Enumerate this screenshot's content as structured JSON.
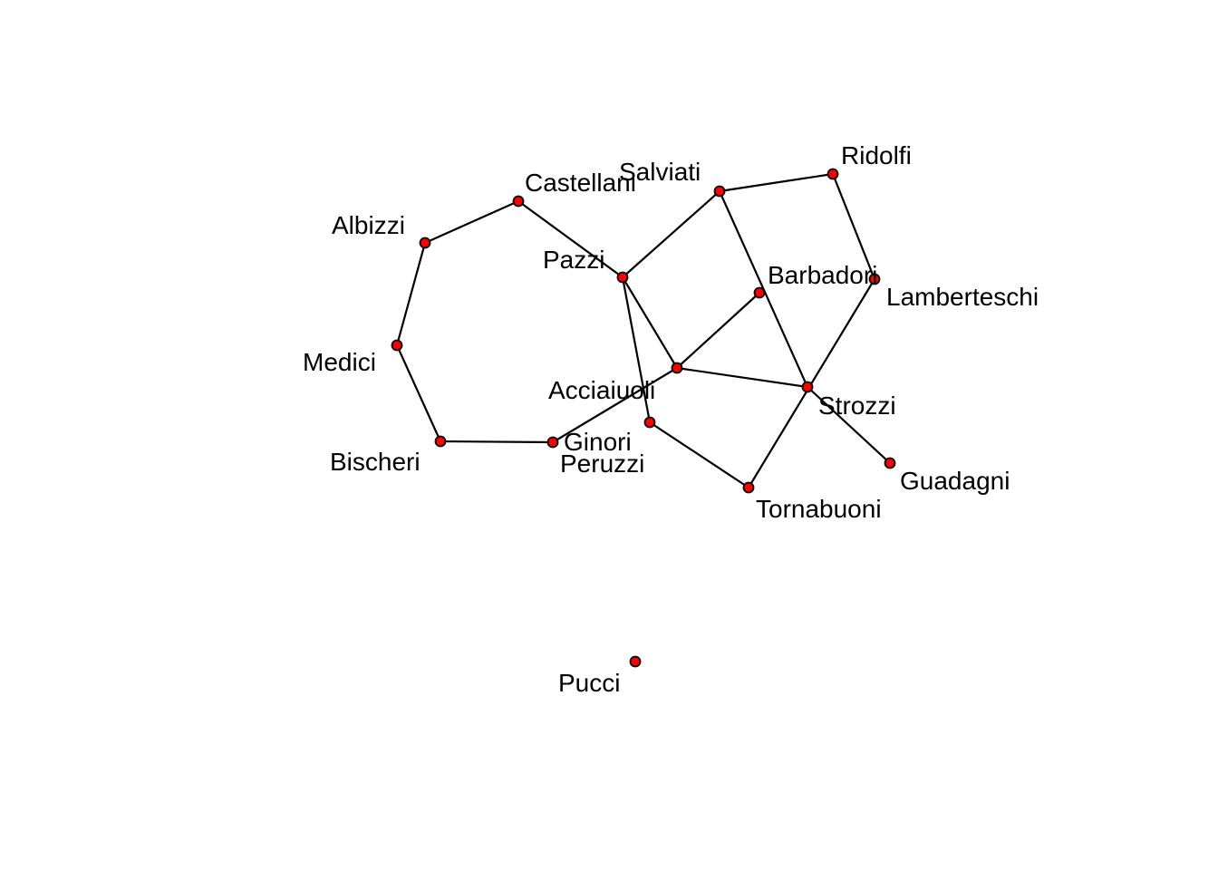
{
  "graph": {
    "node_color": "#ff0000",
    "edge_color": "#000000",
    "nodes": [
      {
        "id": "Acciaiuoli",
        "label": "Acciaiuoli"
      },
      {
        "id": "Albizzi",
        "label": "Albizzi"
      },
      {
        "id": "Barbadori",
        "label": "Barbadori"
      },
      {
        "id": "Bischeri",
        "label": "Bischeri"
      },
      {
        "id": "Castellani",
        "label": "Castellani"
      },
      {
        "id": "Ginori",
        "label": "Ginori"
      },
      {
        "id": "Guadagni",
        "label": "Guadagni"
      },
      {
        "id": "Lamberteschi",
        "label": "Lamberteschi"
      },
      {
        "id": "Medici",
        "label": "Medici"
      },
      {
        "id": "Pazzi",
        "label": "Pazzi"
      },
      {
        "id": "Peruzzi",
        "label": "Peruzzi"
      },
      {
        "id": "Pucci",
        "label": "Pucci"
      },
      {
        "id": "Ridolfi",
        "label": "Ridolfi"
      },
      {
        "id": "Salviati",
        "label": "Salviati"
      },
      {
        "id": "Strozzi",
        "label": "Strozzi"
      },
      {
        "id": "Tornabuoni",
        "label": "Tornabuoni"
      }
    ],
    "edges": [
      [
        "Castellani",
        "Albizzi"
      ],
      [
        "Castellani",
        "Pazzi"
      ],
      [
        "Albizzi",
        "Medici"
      ],
      [
        "Medici",
        "Bischeri"
      ],
      [
        "Bischeri",
        "Ginori"
      ],
      [
        "Ginori",
        "Acciaiuoli"
      ],
      [
        "Pazzi",
        "Salviati"
      ],
      [
        "Pazzi",
        "Acciaiuoli"
      ],
      [
        "Pazzi",
        "Peruzzi"
      ],
      [
        "Salviati",
        "Ridolfi"
      ],
      [
        "Salviati",
        "Strozzi"
      ],
      [
        "Ridolfi",
        "Lamberteschi"
      ],
      [
        "Lamberteschi",
        "Tornabuoni"
      ],
      [
        "Barbadori",
        "Acciaiuoli"
      ],
      [
        "Acciaiuoli",
        "Strozzi"
      ],
      [
        "Strozzi",
        "Guadagni"
      ],
      [
        "Peruzzi",
        "Tornabuoni"
      ]
    ]
  }
}
